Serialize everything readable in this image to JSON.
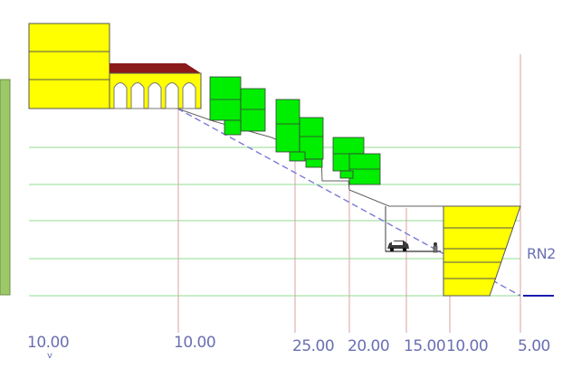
{
  "section": {
    "dimension_labels": [
      "10.00",
      "10.00",
      "25.00",
      "20.00",
      "15.00",
      "10.00",
      "5.00"
    ],
    "dimension_sublabel": "v",
    "road_label": "RN2"
  },
  "colors": {
    "building_yellow": "#ffff00",
    "roof_red": "#8b1a1a",
    "block_green": "#00ee00",
    "level_line": "#8fdc8f",
    "vertical_line": "#d9a3a3",
    "slope_line": "#7a7ad8",
    "road_line": "#1a1ab0",
    "frame_green": "#9cc86a",
    "label_blue": "#6a6fb3"
  },
  "icons": [
    "car-icon",
    "pedestrian-icon"
  ]
}
